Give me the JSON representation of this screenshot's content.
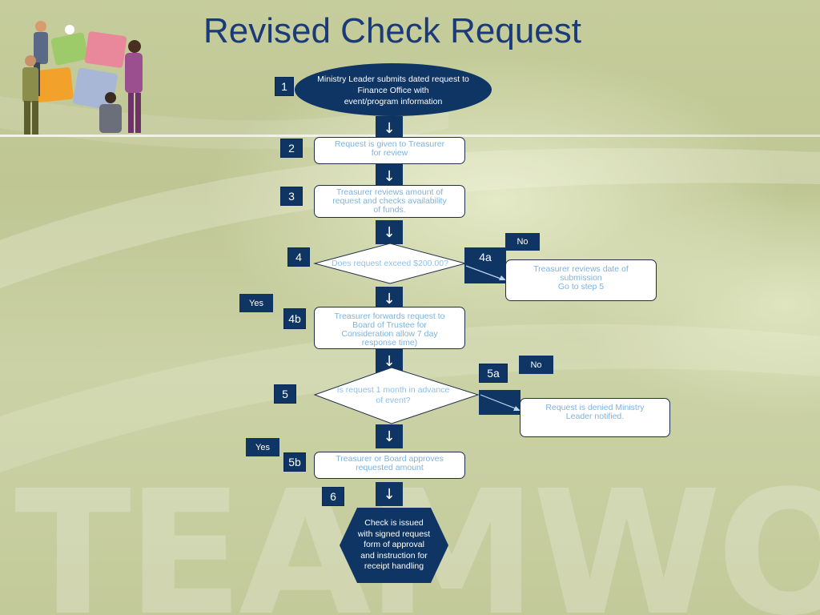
{
  "title": "Revised Check Request",
  "watermark": "TEAMWORK",
  "colors": {
    "node_fill": "#0e3563",
    "box_text": "#7cb3e0",
    "title": "#1b3a78"
  },
  "steps": {
    "s1": {
      "number": "1",
      "text": "Ministry Leader submits dated request to\nFinance Office with\nevent/program information"
    },
    "s2": {
      "number": "2",
      "text": "Request is given to Treasurer\nfor review"
    },
    "s3": {
      "number": "3",
      "text": "Treasurer reviews amount of\nrequest and checks availability\nof funds."
    },
    "s4": {
      "number": "4",
      "text": "Does request exceed $200.00?"
    },
    "s4a": {
      "number": "4a",
      "branch": "No",
      "text": "Treasurer reviews date of\nsubmission\nGo to step 5"
    },
    "s4b": {
      "number": "4b",
      "branch": "Yes",
      "text": "Treasurer forwards request to\nBoard of Trustee for\nConsideration  allow 7 day\nresponse time)"
    },
    "s5": {
      "number": "5",
      "text": "Is request 1 month in advance\nof event?"
    },
    "s5a": {
      "number": "5a",
      "branch": "No",
      "text": "Request is denied Ministry\n   Leader notified."
    },
    "s5b": {
      "number": "5b",
      "branch": "Yes",
      "text": "Treasurer or Board approves\nrequested amount"
    },
    "s6": {
      "number": "6",
      "text": "Check is issued\nwith signed request\nform of approval\nand instruction for\nreceipt handling"
    }
  },
  "arrow_glyph": "↓"
}
